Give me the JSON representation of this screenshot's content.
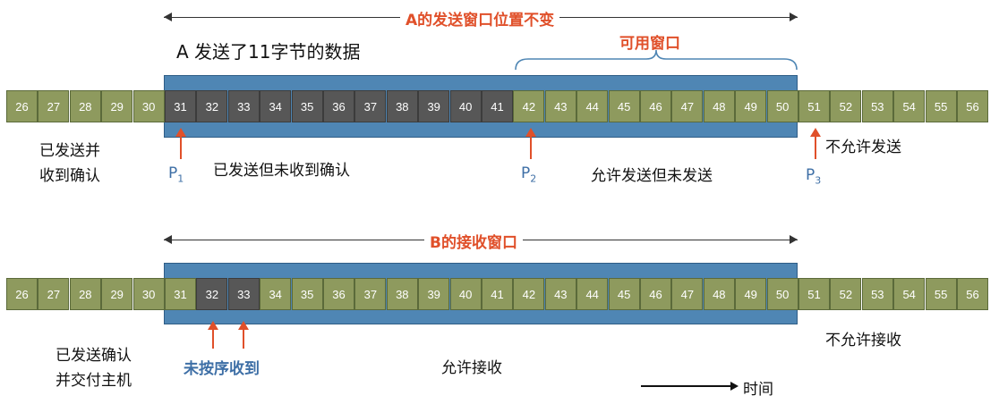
{
  "sender": {
    "window_title": "A的发送窗口位置不变",
    "caption": "A 发送了11字节的数据",
    "usable_window_label": "可用窗口",
    "bytes": [
      26,
      27,
      28,
      29,
      30,
      31,
      32,
      33,
      34,
      35,
      36,
      37,
      38,
      39,
      40,
      41,
      42,
      43,
      44,
      45,
      46,
      47,
      48,
      49,
      50,
      51,
      52,
      53,
      54,
      55,
      56
    ],
    "sent_acked_label_1": "已发送并",
    "sent_acked_label_2": "收到确认",
    "sent_unacked_label": "已发送但未收到确认",
    "allowed_unsent_label": "允许发送但未发送",
    "not_allowed_label": "不允许发送",
    "p1": "P",
    "p1_sub": "1",
    "p2": "P",
    "p2_sub": "2",
    "p3": "P",
    "p3_sub": "3"
  },
  "receiver": {
    "window_title": "B的接收窗口",
    "bytes": [
      26,
      27,
      28,
      29,
      30,
      31,
      32,
      33,
      34,
      35,
      36,
      37,
      38,
      39,
      40,
      41,
      42,
      43,
      44,
      45,
      46,
      47,
      48,
      49,
      50,
      51,
      52,
      53,
      54,
      55,
      56
    ],
    "delivered_label_1": "已发送确认",
    "delivered_label_2": "并交付主机",
    "out_of_order_label": "未按序收到",
    "allowed_receive_label": "允许接收",
    "not_allowed_label": "不允许接收"
  },
  "time_label": "时间",
  "colors": {
    "acked_cell": "#8e9a5e",
    "sent_cell": "#575757",
    "window": "#4f86b4",
    "accent_red": "#e0502a",
    "accent_blue": "#3e6fa6"
  }
}
